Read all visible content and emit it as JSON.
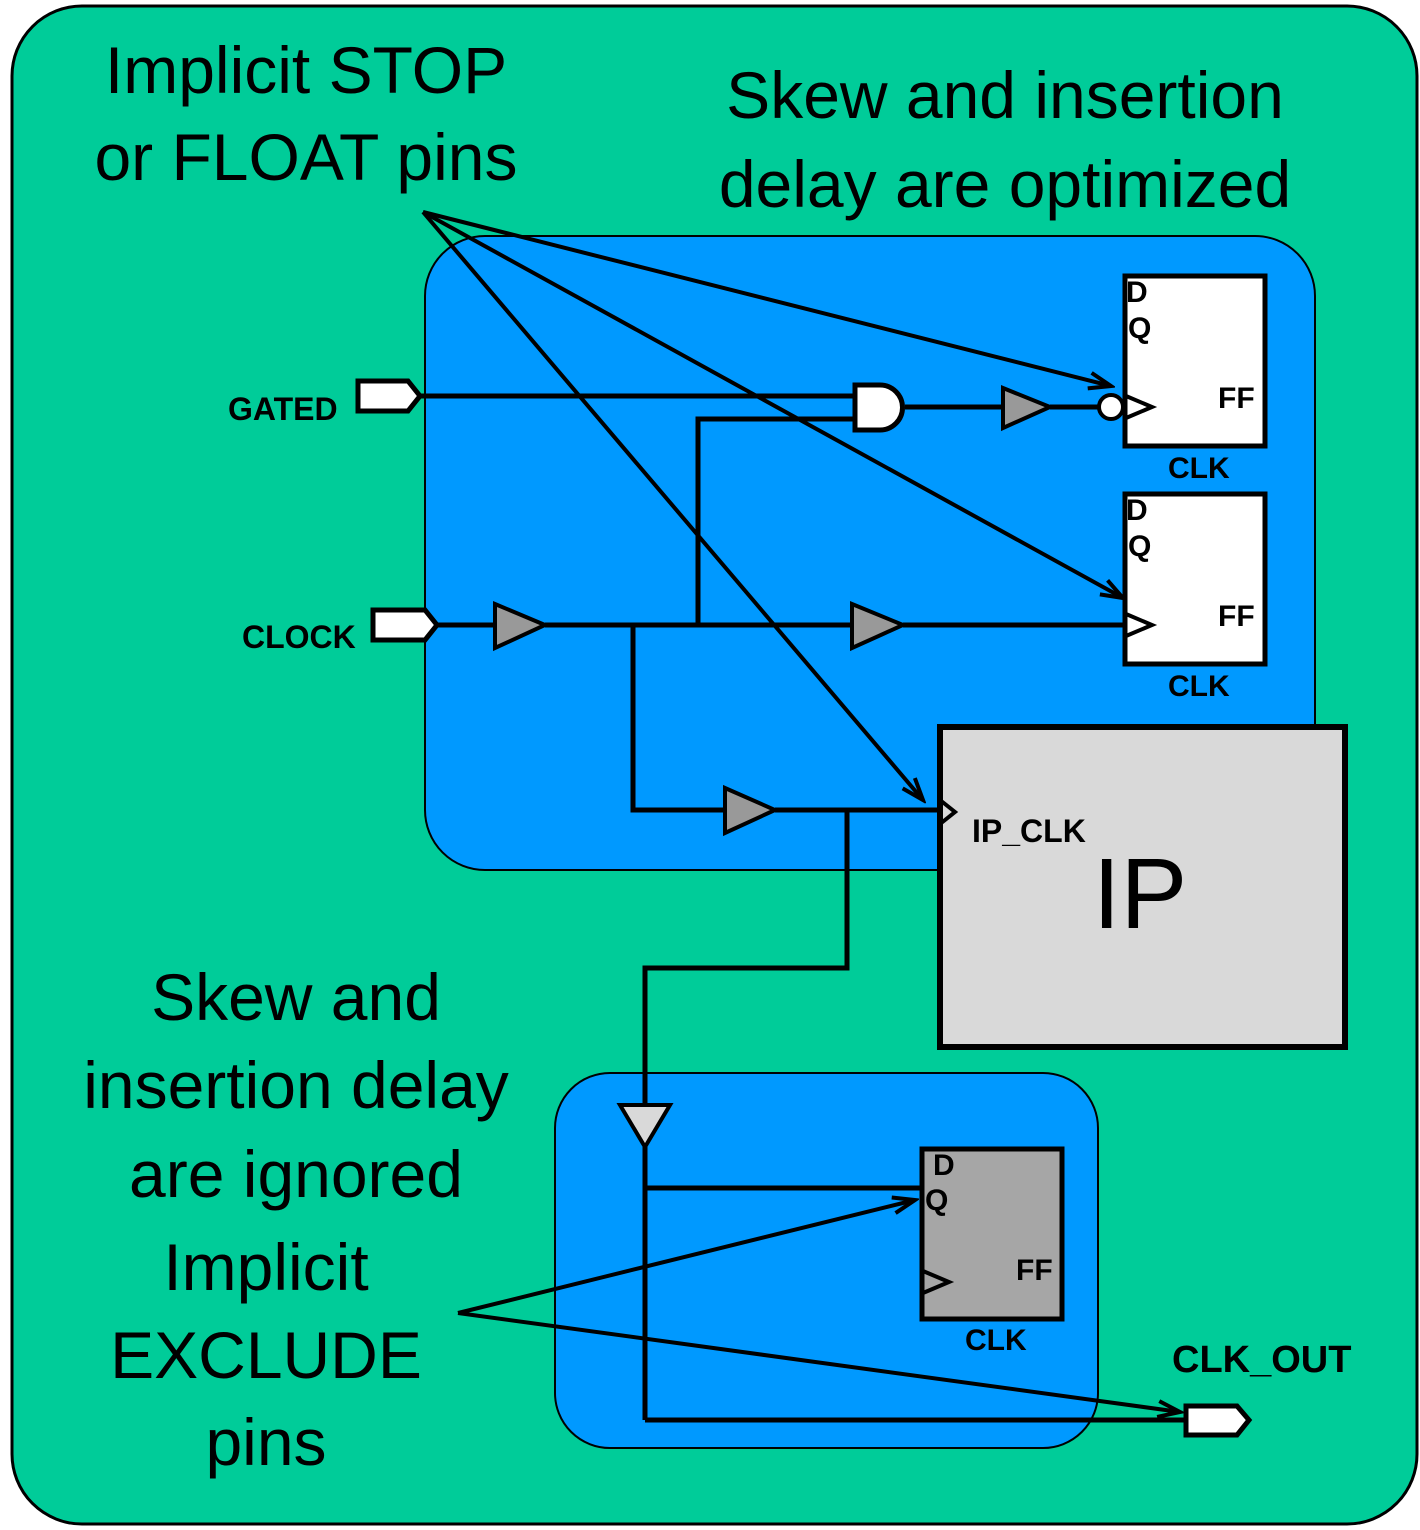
{
  "colors": {
    "outer_region": "#00cc99",
    "optimized_region": "#0099ff",
    "buffer_fill": "#999999",
    "ip_fill": "#d9d9d9",
    "excluded_ff_fill": "#a6a6a6",
    "ff_fill": "#ffffff",
    "stroke": "#000000"
  },
  "annotations": {
    "stop_float_line1": "Implicit STOP",
    "stop_float_line2": "or FLOAT pins",
    "optimized_line1": "Skew and insertion",
    "optimized_line2": "delay are optimized",
    "ignored_line1": "Skew and",
    "ignored_line2": "insertion delay",
    "ignored_line3": "are ignored",
    "exclude_line1": "Implicit",
    "exclude_line2": "EXCLUDE",
    "exclude_line3": "pins"
  },
  "ports": {
    "gated": "GATED",
    "clock": "CLOCK",
    "clk_out": "CLK_OUT"
  },
  "flip_flops": [
    {
      "d": "D",
      "q": "Q",
      "type": "FF",
      "clk": "CLK"
    },
    {
      "d": "D",
      "q": "Q",
      "type": "FF",
      "clk": "CLK"
    },
    {
      "d": "D",
      "q": "Q",
      "type": "FF",
      "clk": "CLK"
    }
  ],
  "ip_block": {
    "pin": "IP_CLK",
    "name": "IP"
  },
  "icons": {
    "buffer": "triangle-buffer-icon",
    "and_gate": "and-gate-icon",
    "inverter_bubble": "inversion-bubble-icon",
    "clock_pin": "clock-triangle-icon",
    "port": "port-pentagon-icon"
  }
}
